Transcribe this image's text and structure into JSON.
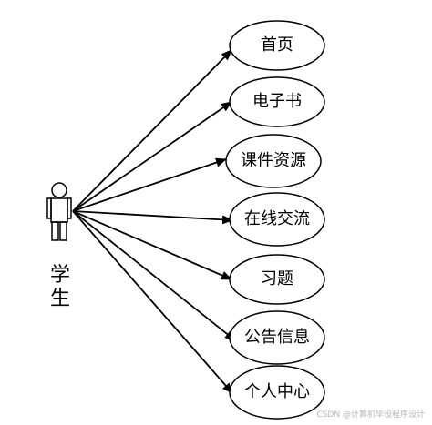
{
  "actor": {
    "label": "学\n生",
    "icon": "stick-figure-actor-icon"
  },
  "use_cases": [
    {
      "label": "首页"
    },
    {
      "label": "电子书"
    },
    {
      "label": "课件资源"
    },
    {
      "label": "在线交流"
    },
    {
      "label": "习题"
    },
    {
      "label": "公告信息"
    },
    {
      "label": "个人中心"
    }
  ],
  "watermark": "CSDN @计算机毕设程序设计",
  "colors": {
    "line": "#000000",
    "background": "#ffffff"
  }
}
